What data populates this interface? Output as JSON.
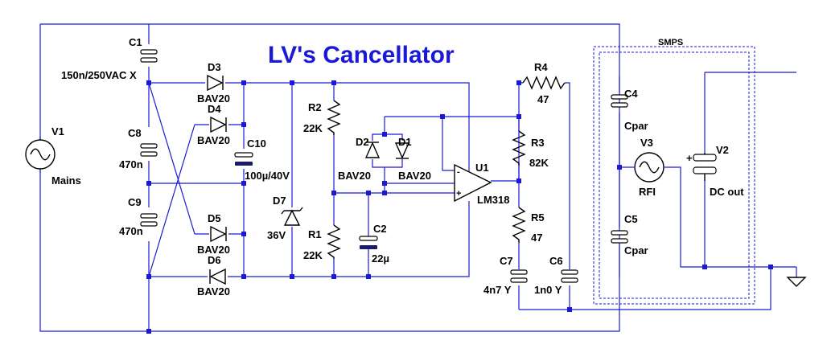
{
  "title": "LV's Cancellator",
  "smps_label": "SMPS",
  "components": {
    "c1": {
      "ref": "C1",
      "value": "150n/250VAC X"
    },
    "c8": {
      "ref": "C8",
      "value": "470n"
    },
    "c9": {
      "ref": "C9",
      "value": "470n"
    },
    "v1": {
      "ref": "V1",
      "value": "Mains"
    },
    "d3": {
      "ref": "D3",
      "value": "BAV20"
    },
    "d4": {
      "ref": "D4",
      "value": "BAV20"
    },
    "d5": {
      "ref": "D5",
      "value": "BAV20"
    },
    "d6": {
      "ref": "D6",
      "value": "BAV20"
    },
    "c10": {
      "ref": "C10",
      "value": "100µ/40V"
    },
    "d7": {
      "ref": "D7",
      "value": "36V"
    },
    "r2": {
      "ref": "R2",
      "value": "22K"
    },
    "r1": {
      "ref": "R1",
      "value": "22K"
    },
    "d2": {
      "ref": "D2",
      "value": "BAV20"
    },
    "d1": {
      "ref": "D1",
      "value": "BAV20"
    },
    "c2": {
      "ref": "C2",
      "value": "22µ"
    },
    "u1": {
      "ref": "U1",
      "value": "LM318"
    },
    "r4": {
      "ref": "R4",
      "value": "47"
    },
    "r3": {
      "ref": "R3",
      "value": "82K"
    },
    "r5": {
      "ref": "R5",
      "value": "47"
    },
    "c7": {
      "ref": "C7",
      "value": "4n7 Y"
    },
    "c6": {
      "ref": "C6",
      "value": "1n0 Y"
    },
    "c4": {
      "ref": "C4",
      "value": "Cpar"
    },
    "c5": {
      "ref": "C5",
      "value": "Cpar"
    },
    "v3": {
      "ref": "V3",
      "value": "RFI"
    },
    "v2": {
      "ref": "V2",
      "value": "DC out"
    }
  },
  "opamp_pins": {
    "minus": "-",
    "plus": "+"
  },
  "battery_plus": "+"
}
